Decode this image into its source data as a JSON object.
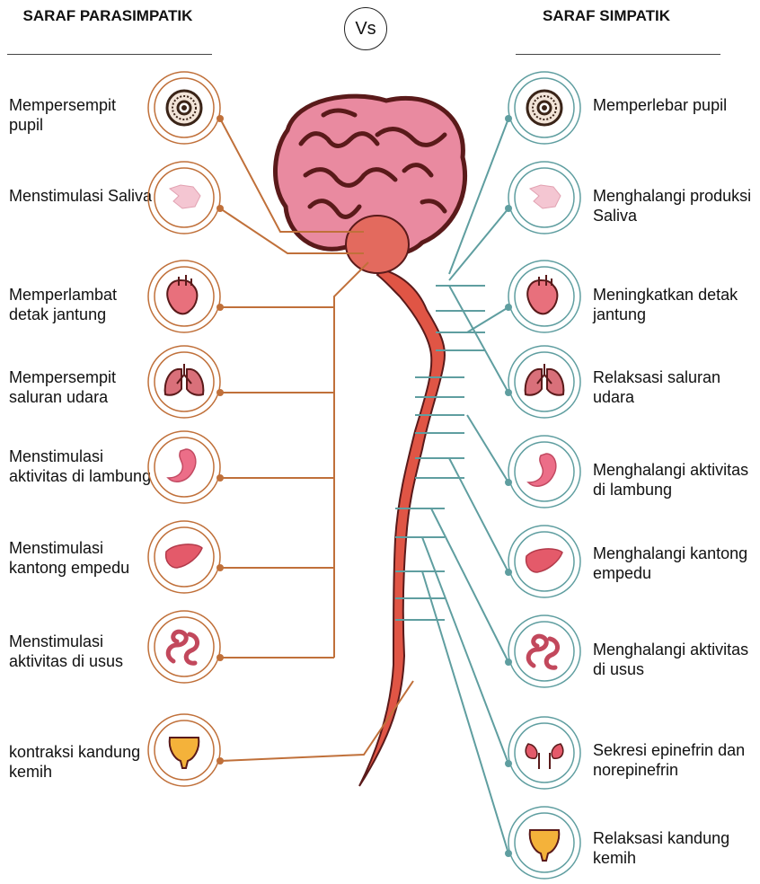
{
  "header": {
    "left_title": "SARAF PARASIMPATIK",
    "right_title": "SARAF SIMPATIK",
    "vs_label": "Vs"
  },
  "parasympathetic": [
    {
      "label": "Mempersempit pupil",
      "icon": "eye-icon"
    },
    {
      "label": "Menstimulasi Saliva",
      "icon": "salivary-gland-icon"
    },
    {
      "label": "Memperlambat detak jantung",
      "icon": "heart-icon"
    },
    {
      "label": "Mempersempit saluran udara",
      "icon": "lungs-icon"
    },
    {
      "label": "Menstimulasi aktivitas di lambung",
      "icon": "stomach-icon"
    },
    {
      "label": "Menstimulasi kantong empedu",
      "icon": "liver-icon"
    },
    {
      "label": "Menstimulasi aktivitas di usus",
      "icon": "intestine-icon"
    },
    {
      "label": "kontraksi kandung kemih",
      "icon": "bladder-icon"
    }
  ],
  "sympathetic": [
    {
      "label": "Memperlebar pupil",
      "icon": "eye-icon"
    },
    {
      "label": "Menghalangi produksi Saliva",
      "icon": "salivary-gland-icon"
    },
    {
      "label": "Meningkatkan detak jantung",
      "icon": "heart-icon"
    },
    {
      "label": "Relaksasi saluran udara",
      "icon": "lungs-icon"
    },
    {
      "label": "Menghalangi aktivitas di lambung",
      "icon": "stomach-icon"
    },
    {
      "label": "Menghalangi kantong empedu",
      "icon": "liver-icon"
    },
    {
      "label": "Menghalangi aktivitas di usus",
      "icon": "intestine-icon"
    },
    {
      "label": "Sekresi epinefrin dan norepinefrin",
      "icon": "kidneys-icon"
    },
    {
      "label": "Relaksasi kandung kemih",
      "icon": "bladder-icon"
    }
  ],
  "colors": {
    "parasympathetic_line": "#c0703a",
    "sympathetic_line": "#5f9ea0",
    "brain": "#e98aa0",
    "brain_outline": "#5a1a1a",
    "spinal_cord": "#e05545"
  }
}
